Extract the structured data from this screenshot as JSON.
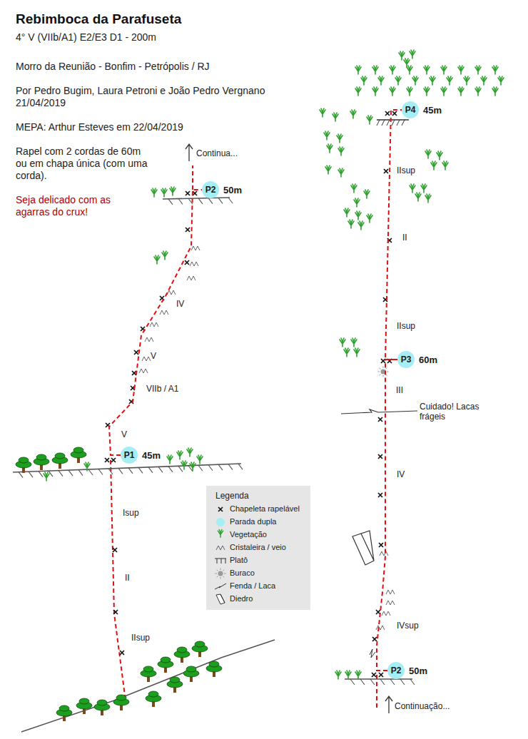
{
  "diagram": {
    "title": "Rebimboca da Parafuseta",
    "nodes": [
      {
        "text": [
          "P1",
          "45m"
        ]
      },
      {
        "text": [
          "P2",
          "50m"
        ]
      },
      {
        "text": [
          "P2",
          "50m"
        ]
      },
      {
        "text": [
          "P3",
          "60m"
        ]
      },
      {
        "text": [
          "P4",
          "45m"
        ]
      }
    ],
    "edges": [
      {
        "from": 0,
        "to": 1,
        "arrow": "none"
      },
      {
        "from": 2,
        "to": 3,
        "arrow": "none"
      },
      {
        "from": 3,
        "to": 4,
        "arrow": "none"
      }
    ],
    "labels": [
      "4° V (VIIb/A1) E2/E3 D1 - 200m",
      "Morro da Reunião - Bonfim - Petrópolis / RJ",
      "Por Pedro Bugim, Laura Petroni e João Pedro Vergnano 21/04/2019",
      "MEPA: Arthur Esteves em 22/04/2019",
      "Rapel com 2 cordas de 60m ou em chapa única (com uma corda).",
      "Seja delicado com as agarras do crux!",
      "Continua...",
      "IV",
      "V",
      "VIIb / A1",
      "V",
      "Isup",
      "II",
      "IIsup",
      "IIsup",
      "II",
      "IIsup",
      "III",
      "Cuidado! Lacas frágeis",
      "IV",
      "IVsup",
      "Continuação...",
      "Legenda"
    ],
    "legend": [
      {
        "text": "Chapeleta rapelável"
      },
      {
        "text": "Parada dupla",
        "color": "#a6eef6"
      },
      {
        "text": "Vegetação"
      },
      {
        "text": "Cristaleira / veio"
      },
      {
        "text": "Platô"
      },
      {
        "text": "Buraco"
      },
      {
        "text": "Fenda / Laca"
      },
      {
        "text": "Diedro"
      }
    ]
  }
}
